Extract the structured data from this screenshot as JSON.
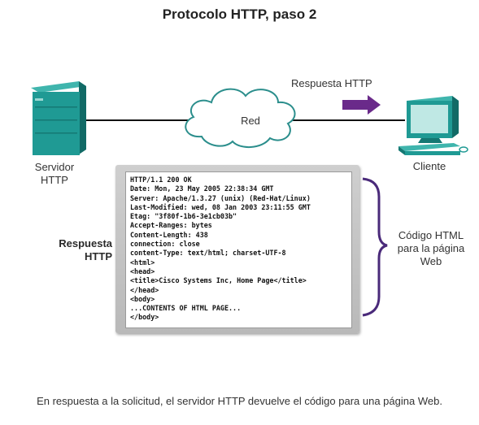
{
  "title": "Protocolo HTTP, paso 2",
  "labels": {
    "server": "Servidor\nHTTP",
    "client": "Cliente",
    "network": "Red",
    "response_arrow": "Respuesta HTTP",
    "response_block": "Respuesta\nHTTP",
    "html_code": "Código HTML\npara la página\nWeb"
  },
  "http_response_lines": [
    "HTTP/1.1 200 OK",
    "Date: Mon, 23 May 2005 22:38:34 GMT",
    "Server: Apache/1.3.27 (unix) (Red-Hat/Linux)",
    "Last-Modified: wed, 08 Jan 2003 23:11:55 GMT",
    "Etag: \"3f80f-1b6-3e1cb03b\"",
    "Accept-Ranges: bytes",
    "Content-Length: 438",
    "connection: close",
    "content-Type: text/html; charset-UTF-8",
    "<html>",
    "<head>",
    "<title>Cisco Systems Inc, Home Page</title>",
    "</head>",
    "<body>",
    "...CONTENTS OF HTML PAGE...",
    "</body>"
  ],
  "caption": "En respuesta a la solicitud, el servidor HTTP devuelve el código para una página Web.",
  "colors": {
    "teal": "#1f9a94",
    "teal_dark": "#157873",
    "arrow": "#6a2a8a",
    "bracket": "#4a2a7a",
    "cloud_stroke": "#2b8e8c"
  }
}
